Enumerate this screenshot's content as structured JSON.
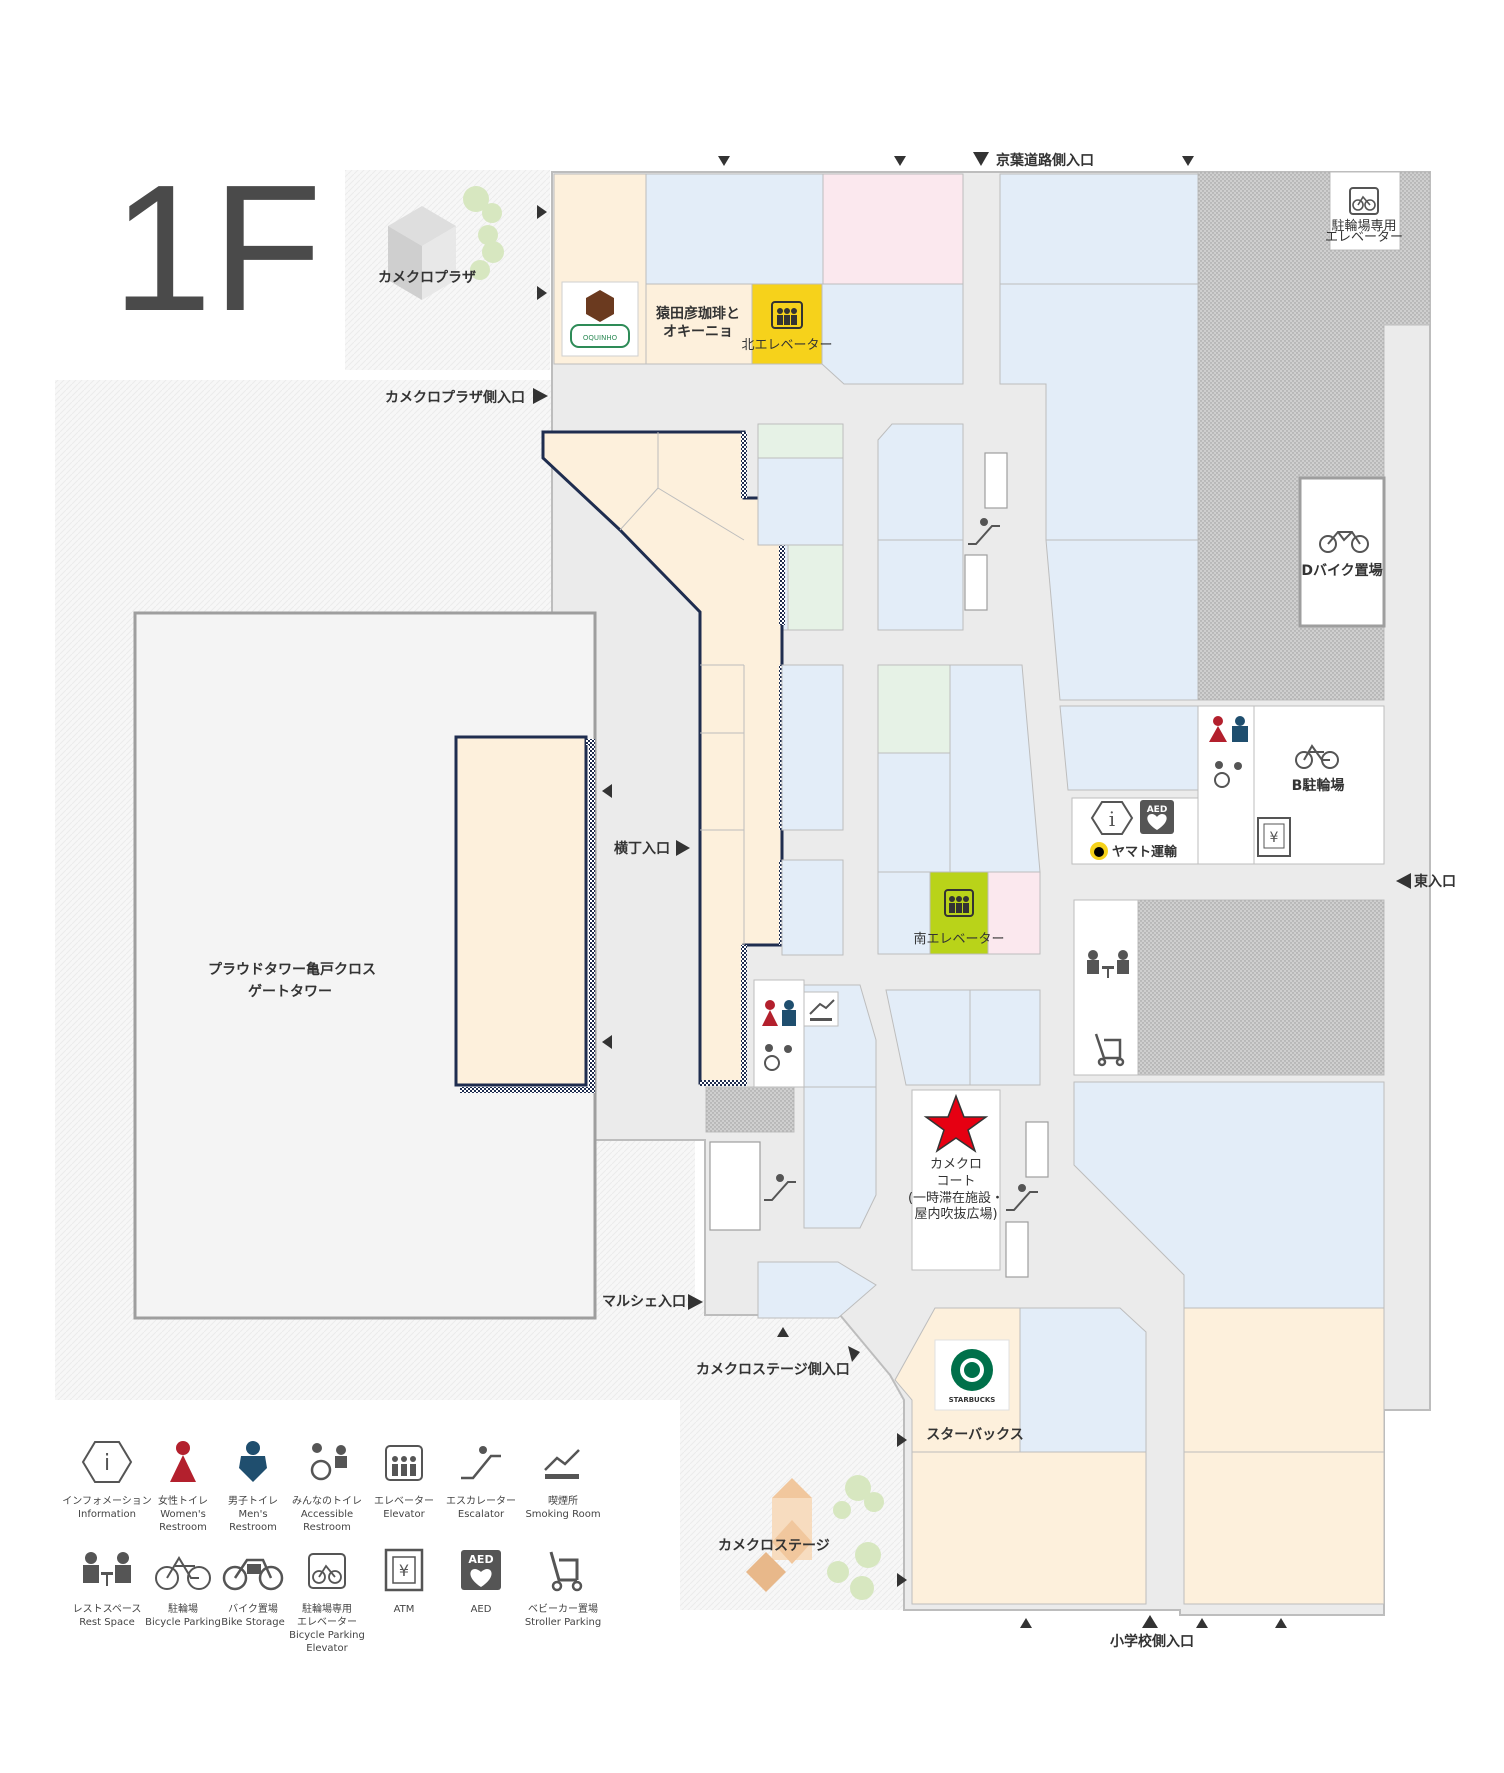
{
  "floor": {
    "label": "1F"
  },
  "colors": {
    "tenant_blue": "#e3edf8",
    "tenant_orange": "#fdf0dc",
    "tenant_pink": "#fbe8ee",
    "tenant_green": "#e6f2e6",
    "elevator_yellow": "#f6d21b",
    "elevator_lime": "#b9d319",
    "outline_navy": "#1f2d4f",
    "restroom_women": "#b3202d",
    "restroom_men": "#1f4e6e",
    "marker_red": "#e60012",
    "corridor": "#ebebeb"
  },
  "map": {
    "entrances": {
      "keiyo": "京葉道路側入口",
      "kamekuro_plaza_side": "カメクロプラザ側入口",
      "yokocho": "横丁入口",
      "east": "東入口",
      "marche": "マルシェ入口",
      "kamekuro_stage_side": "カメクロステージ側入口",
      "school_side": "小学校側入口"
    },
    "areas": {
      "kamekuro_plaza": "カメクロプラザ",
      "kamekuro_stage": "カメクロステージ",
      "tower_line1": "プラウドタワー亀戸クロス",
      "tower_line2": "ゲートタワー",
      "court_line1": "カメクロ",
      "court_line2": "コート",
      "court_line3": "(一時滞在施設・",
      "court_line4": "屋内吹抜広場)"
    },
    "shops": {
      "sarutahiko_line1": "猿田彦珈琲と",
      "sarutahiko_line2": "オキーニョ",
      "starbucks": "スターバックス",
      "starbucks_logo_text": "STARBUCKS",
      "okinho_logo_text": "OQUINHO",
      "yamato": "ヤマト運輸"
    },
    "facilities": {
      "north_elevator": "北エレベーター",
      "south_elevator": "南エレベーター",
      "bike_elevator_line1": "駐輪場専用",
      "bike_elevator_line2": "エレベーター",
      "d_bike": "Dバイク置場",
      "b_bicycle": "B駐輪場"
    }
  },
  "legend": [
    {
      "icon": "information-icon",
      "jp": "インフォメーション",
      "en": [
        "Information"
      ]
    },
    {
      "icon": "womens-restroom-icon",
      "jp": "女性トイレ",
      "en": [
        "Women's",
        "Restroom"
      ]
    },
    {
      "icon": "mens-restroom-icon",
      "jp": "男子トイレ",
      "en": [
        "Men's",
        "Restroom"
      ]
    },
    {
      "icon": "accessible-restroom-icon",
      "jp": "みんなのトイレ",
      "en": [
        "Accessible",
        "Restroom"
      ]
    },
    {
      "icon": "elevator-icon",
      "jp": "エレベーター",
      "en": [
        "Elevator"
      ]
    },
    {
      "icon": "escalator-icon",
      "jp": "エスカレーター",
      "en": [
        "Escalator"
      ]
    },
    {
      "icon": "smoking-room-icon",
      "jp": "喫煙所",
      "en": [
        "Smoking Room"
      ]
    },
    {
      "icon": "rest-space-icon",
      "jp": "レストスペース",
      "en": [
        "Rest Space"
      ]
    },
    {
      "icon": "bicycle-parking-icon",
      "jp": "駐輪場",
      "en": [
        "Bicycle Parking"
      ]
    },
    {
      "icon": "bike-storage-icon",
      "jp": "バイク置場",
      "en": [
        "Bike Storage"
      ]
    },
    {
      "icon": "bicycle-parking-elevator-icon",
      "jp": "駐輪場専用\nエレベーター",
      "en": [
        "Bicycle Parking",
        "Elevator"
      ]
    },
    {
      "icon": "atm-icon",
      "jp": "ATM",
      "en": []
    },
    {
      "icon": "aed-icon",
      "jp": "AED",
      "en": []
    },
    {
      "icon": "stroller-parking-icon",
      "jp": "ベビーカー置場",
      "en": [
        "Stroller Parking"
      ]
    }
  ]
}
